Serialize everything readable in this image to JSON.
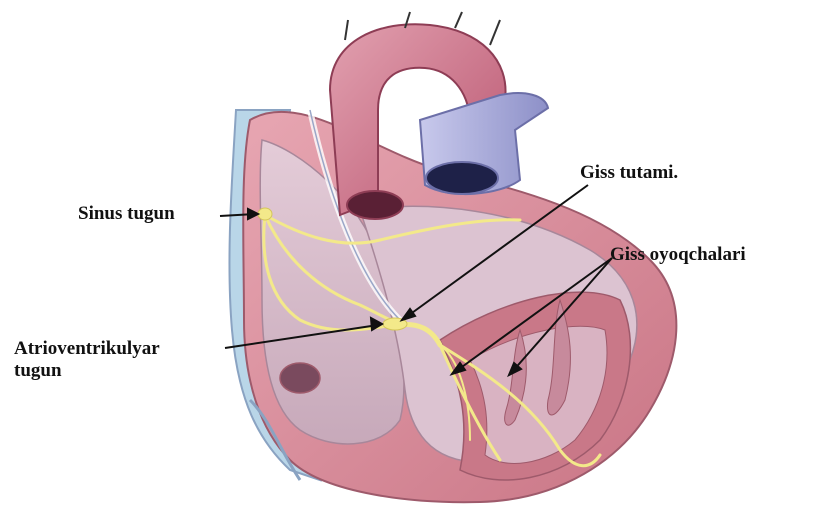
{
  "labels": {
    "sinus_tugun": "Sinus tugun",
    "giss_tutami": "Giss tutami.",
    "giss_oyoqchalari": "Giss oyoqchalari",
    "av_line1": "Atrioventrikulyar",
    "av_line2": "tugun"
  },
  "colors": {
    "myocardium": "#d98f9c",
    "chamber_inner": "#d8bcc8",
    "wall_lavender": "#c9b6d6",
    "aorta": "#c96a82",
    "pulmonary": "#a7a9d8",
    "conduction": "#f3e98a"
  }
}
